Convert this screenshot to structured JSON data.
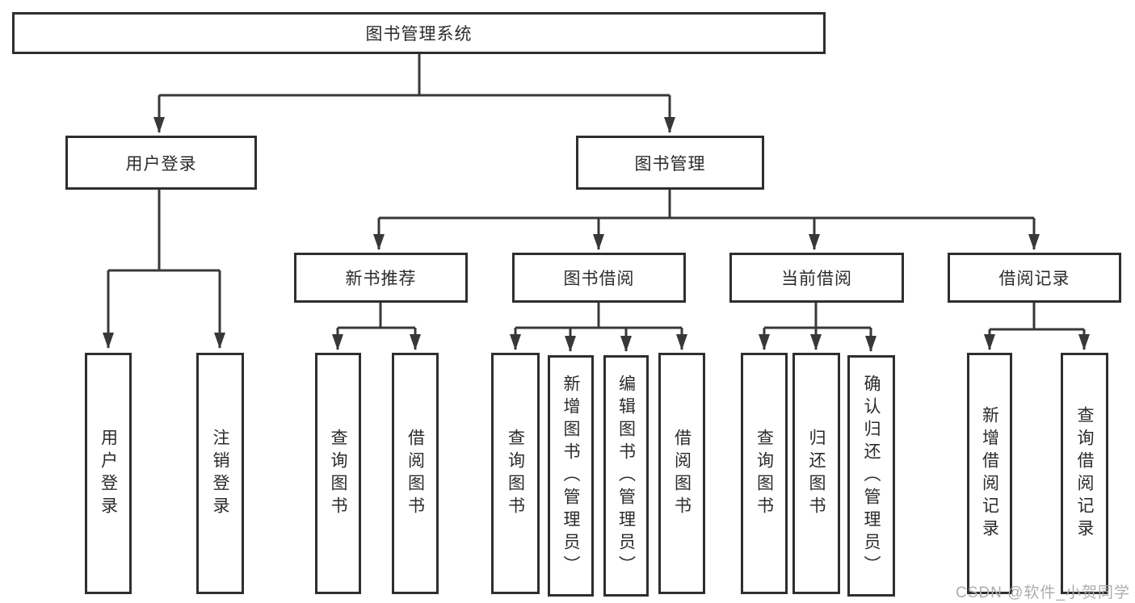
{
  "diagram": {
    "title": "图书管理系统",
    "watermark": "CSDN @软件_小贺同学",
    "colors": {
      "line": "#383838",
      "border": "#2e2e2e",
      "text": "#2b2b2b",
      "background": "#ffffff",
      "watermark": "#adadad"
    },
    "tree": {
      "root": {
        "label": "图书管理系统"
      },
      "children": [
        {
          "label": "用户登录",
          "children": [
            {
              "label": "用户登录"
            },
            {
              "label": "注销登录"
            }
          ]
        },
        {
          "label": "图书管理",
          "children": [
            {
              "label": "新书推荐",
              "children": [
                {
                  "label": "查询图书"
                },
                {
                  "label": "借阅图书"
                }
              ]
            },
            {
              "label": "图书借阅",
              "children": [
                {
                  "label": "查询图书"
                },
                {
                  "label": "新增图书（管理员）"
                },
                {
                  "label": "编辑图书（管理员）"
                },
                {
                  "label": "借阅图书"
                }
              ]
            },
            {
              "label": "当前借阅",
              "children": [
                {
                  "label": "查询图书"
                },
                {
                  "label": "归还图书"
                },
                {
                  "label": "确认归还（管理员）"
                }
              ]
            },
            {
              "label": "借阅记录",
              "children": [
                {
                  "label": "新增借阅记录"
                },
                {
                  "label": "查询借阅记录"
                }
              ]
            }
          ]
        }
      ]
    }
  }
}
